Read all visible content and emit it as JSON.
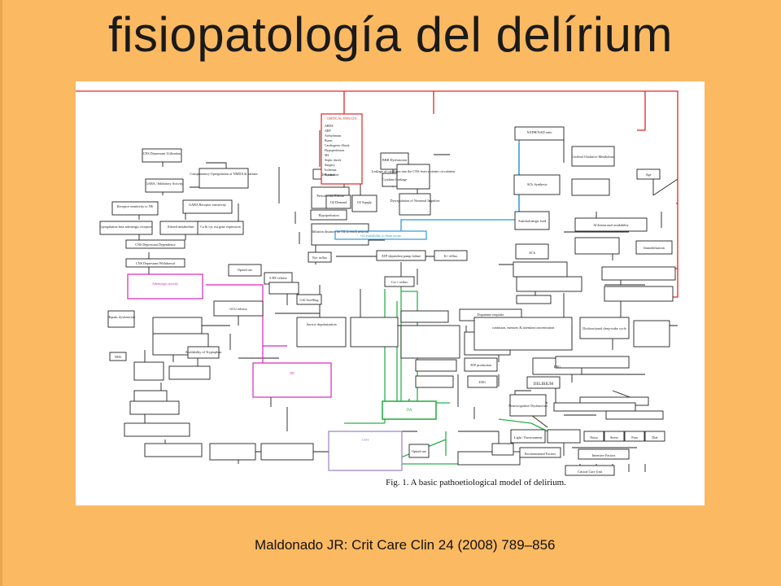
{
  "slide": {
    "title": "fisiopatología del delírium",
    "citation": "Maldonado JR: Crit Care Clin 24 (2008) 789–856"
  },
  "figure": {
    "caption": "Fig. 1.  A basic pathoetiological model of delirium.",
    "critical_box": {
      "heading": "CRITICAL INSULTS",
      "items": [
        "ARDS",
        "ARF",
        "Arrhythmias",
        "Burns",
        "Cardiogenic Shock",
        "Hypoperfusion",
        "MI",
        "Septic shock",
        "Surgery",
        "Ischemia",
        "Trauma"
      ]
    },
    "boxes": {
      "cns_depressant": "CNS Depressant Utilization",
      "gaba_inhibitory": "GABA / Inhibitory Activity",
      "compensatory": "Compensatory Upregulation of NMDA & kainate",
      "receptor_sens_ne": "Receptor sensitivity to NE",
      "gaba_receptor_sens": "GABA Receptor sensitivity",
      "upreg_adrenergic": "Upregulation beta adrenergic receptors",
      "altered_metab": "Altered metabolism",
      "gene_expression": "Ca & cyt, mt gene expression",
      "cns_dep_dependence": "CNS Depressant Dependence",
      "cns_dep_withdrawal": "CNS Depressant Withdrawal",
      "adrenergic_activity": "Adrenergic activity",
      "dehydration": "Dehydration",
      "perivascular_edema": "Perivascular Edema",
      "hypoperfusion": "Hypoperfusion",
      "diffusion_distance": "diffusion distance for O2 to reach neurons",
      "o2_demand": "O2 Demand",
      "o2_supply": "O2 Supply",
      "bbb_dysfunction": "BBB Dysfunction",
      "cytokine_leakage": "Cytokine Leakage",
      "leakage_cytokines": "Leakage of cytokines into the CNS from systemic circulation",
      "dysregulation": "Dysregulation of Neuronal Impulses",
      "o2_availability": "O2 availability to brain tissue",
      "na_influx": "Na+ influx",
      "atp_pumps": "ATP-dependent pump failure",
      "k_efflux": "K+ efflux",
      "ca_influx": "Ca++ influx",
      "cell_swelling": "Cell Swelling",
      "ht_release": "5-HT release",
      "glu_release": "GLU release",
      "anoxic_depol": "Anoxic depolarization",
      "opioid_use": "Opioid use",
      "hepatic_dysfunction": "Hepatic dysfunction",
      "nh3": "NH3",
      "availability_tryptophan": "Availability of Tryptophan",
      "ne_box": "NE",
      "da_box": "DA",
      "ht_box": "5-HT",
      "opioid_use_2": "Opioid use",
      "dopamine_reuptake": "Dopamine reuptake",
      "atp_production": "ATP production",
      "eeg_right": "EEG",
      "eeg_left": "EEG",
      "delirium": "DELIRIUM",
      "nadh": "NADH/NAD ratio",
      "cerebral_oxidative": "Cerebral Oxidative Metabolism",
      "ach_synthesis": "ACh Synthesis",
      "ach": "ACh",
      "age": "Age",
      "anticholinergic": "Anticholinergic load",
      "ach_availability": "ACh/neuronal availability",
      "immobilization": "Immobilization",
      "dysfunctional_sleep": "Dysfunctional sleep-wake cycle",
      "memory": "confusion, memory & attention/concentration",
      "neurocognitive": "Neurocognitive Dysfunction",
      "light_hyperstim": "Light / Environment",
      "environmental": "Environmental Factors",
      "critical_care": "Critical Care Unit",
      "noise": "Noise",
      "stress": "Stress",
      "pain": "Pain",
      "diet": "Diet",
      "intensive_factors": "Intensive Factors"
    }
  }
}
